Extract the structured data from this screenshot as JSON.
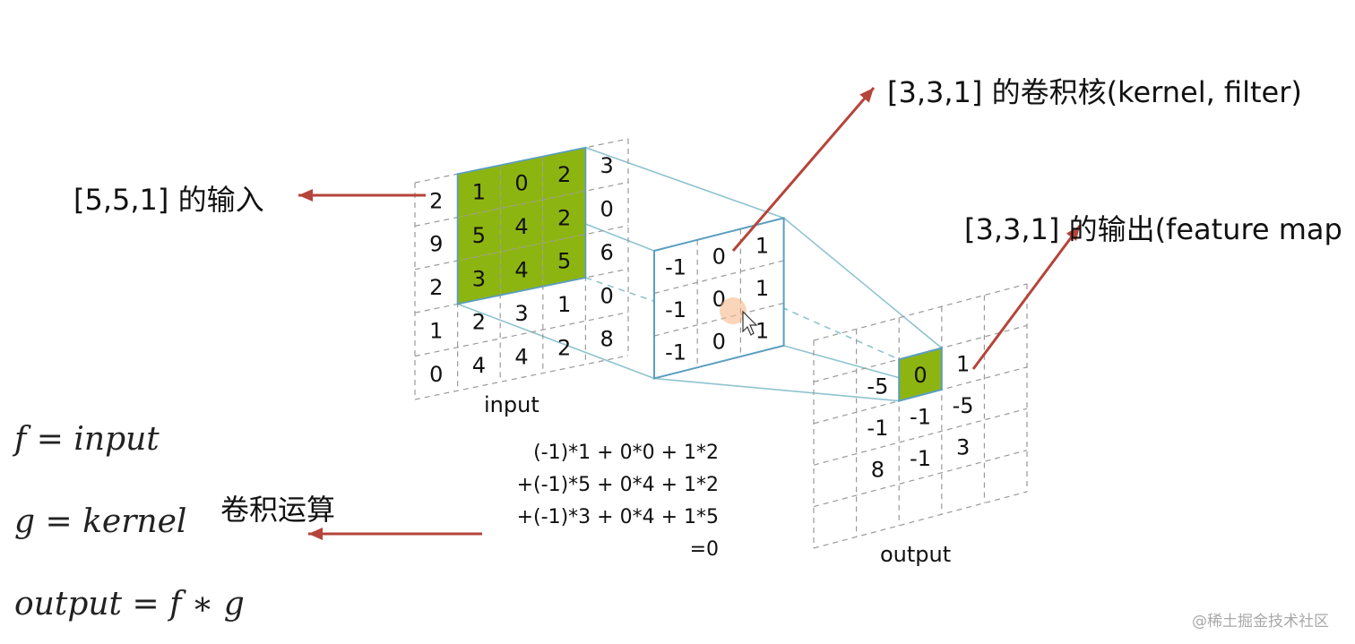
{
  "labels": {
    "input_label": "[5,5,1] 的输入",
    "kernel_label": "[3,3,1] 的卷积核(kernel, filter)",
    "output_label": "[3,3,1] 的输出(feature map",
    "conv_op": "卷积运算"
  },
  "captions": {
    "input": "input",
    "output": "output"
  },
  "formulas": {
    "f": "f = input",
    "g": "g = kernel",
    "out": "output = f ∗ g"
  },
  "calculation": [
    "(-1)*1 +  0*0 + 1*2",
    "+(-1)*5 +  0*4 + 1*2",
    "+(-1)*3 +  0*4 + 1*5",
    "=0"
  ],
  "input_grid": [
    [
      "2",
      "1",
      "0",
      "2",
      "3"
    ],
    [
      "9",
      "5",
      "4",
      "2",
      "0"
    ],
    [
      "2",
      "3",
      "4",
      "5",
      "6"
    ],
    [
      "1",
      "2",
      "3",
      "1",
      "0"
    ],
    [
      "0",
      "4",
      "4",
      "2",
      "8"
    ]
  ],
  "kernel_grid": [
    [
      "-1",
      "0",
      "1"
    ],
    [
      "-1",
      "0",
      "1"
    ],
    [
      "-1",
      "0",
      "1"
    ]
  ],
  "output_grid": [
    [
      "-5",
      "0",
      "1"
    ],
    [
      "-1",
      "-1",
      "-5"
    ],
    [
      "8",
      "-1",
      "3"
    ]
  ],
  "colors": {
    "highlight": "#8db512",
    "arrow": "#b5443a",
    "kernel_border": "#5a9ec0",
    "guide": "#8fc3cf"
  },
  "watermark": "@稀土掘金技术社区"
}
